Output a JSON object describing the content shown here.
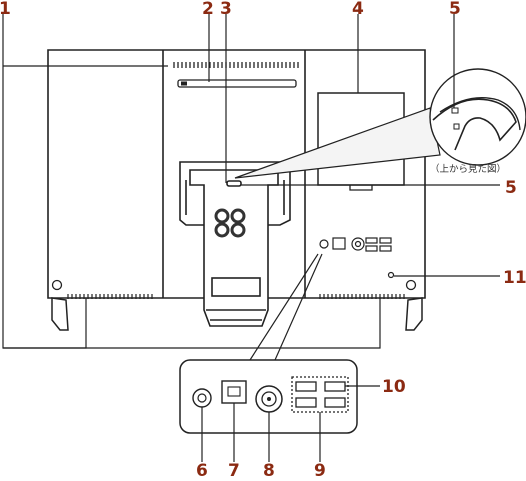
{
  "callouts": {
    "n1": "1",
    "n2": "2",
    "n3": "3",
    "n4": "4",
    "n5_top": "5",
    "n5_side": "5",
    "n6": "6",
    "n7": "7",
    "n8": "8",
    "n9": "9",
    "n10": "10",
    "n11": "11"
  },
  "inset_caption": "（上から見た図）",
  "colors": {
    "callout": "#8b2a12",
    "line": "#222222",
    "panel_gray": "#e6e6e6",
    "brand_logo": "#333333"
  }
}
